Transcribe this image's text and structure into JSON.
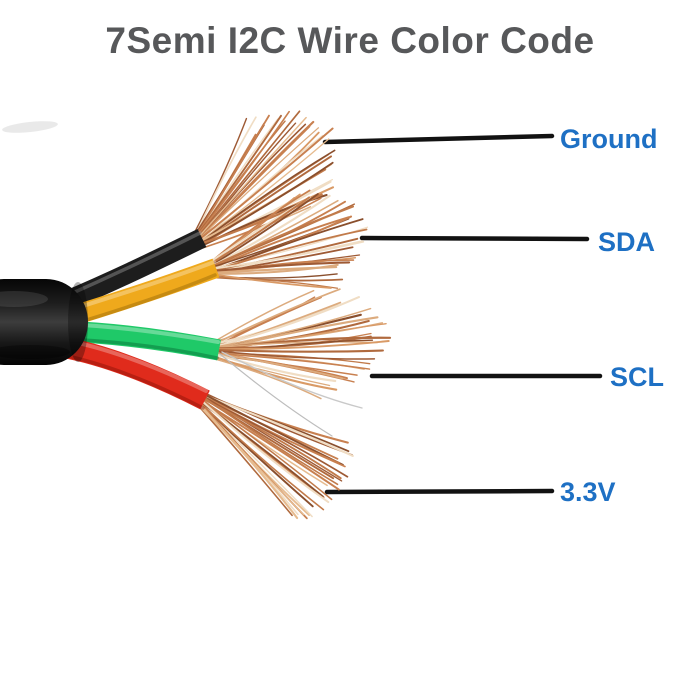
{
  "title": "7Semi I2C Wire Color Code",
  "colors": {
    "background": "#ffffff",
    "title_text": "#57585a",
    "label_text": "#1e70c4",
    "callout_line": "#121212",
    "cable_sheath": "#141414",
    "copper_palette": [
      "#d99a66",
      "#b06a3e",
      "#c88050",
      "#e6bb8f",
      "#9e5a35",
      "#f0ddc4",
      "#c17a4a",
      "#8a4f2d",
      "#dcab7e"
    ]
  },
  "legend": [
    {
      "wire_color": "black",
      "wire_hex": "#1d1d1d",
      "signal": "Ground"
    },
    {
      "wire_color": "yellow",
      "wire_hex": "#efa91c",
      "signal": "SDA"
    },
    {
      "wire_color": "green",
      "wire_hex": "#1fc968",
      "signal": "SCL"
    },
    {
      "wire_color": "red",
      "wire_hex": "#e02b1c",
      "signal": "3.3V"
    }
  ]
}
